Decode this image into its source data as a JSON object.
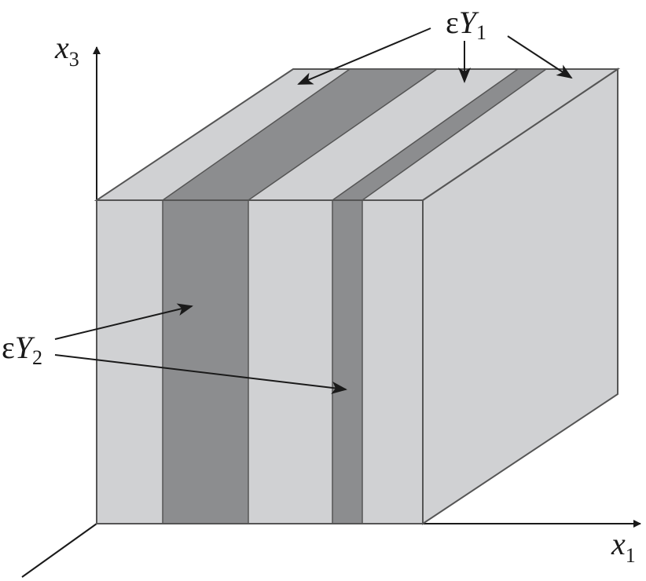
{
  "labels": {
    "eps": "ε",
    "Y": "Y",
    "x": "x",
    "y1_sub": "1",
    "y2_sub": "2",
    "x1_sub": "1",
    "x3_sub": "3"
  },
  "colors": {
    "light_material": "#d0d1d3",
    "dark_material": "#8c8d8f",
    "edge": "#555555",
    "axis": "#1a1a1a"
  }
}
